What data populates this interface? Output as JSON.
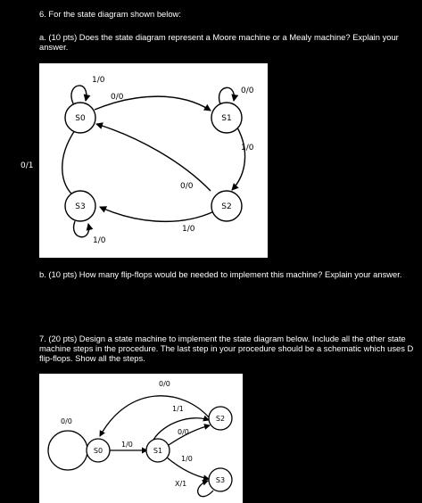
{
  "question6": {
    "title": "6. For the state diagram shown below:",
    "part_a": "a. (10 pts) Does the state diagram represent a Moore machine or a Mealy machine? Explain your answer.",
    "part_b": "b. (10 pts) How many flip-flops would be needed to implement this machine? Explain your answer.",
    "diagram": {
      "states": [
        "S0",
        "S1",
        "S2",
        "S3"
      ],
      "labels": {
        "s0_self": "1/0",
        "s0_to_s1": "0/0",
        "s1_self": "0/0",
        "s1_to_s2": "1/0",
        "s0_s3": "0/1",
        "s2_to_s0": "0/0",
        "s2_to_s3": "1/0",
        "s3_self": "1/0"
      }
    }
  },
  "question7": {
    "text": "7. (20 pts) Design a state machine to implement the state diagram below. Include all the other state machine steps in the procedure. The last step in your procedure should be a schematic which uses D flip-flops. Show all the steps.",
    "diagram": {
      "states": [
        "S0",
        "S1",
        "S2",
        "S3"
      ],
      "labels": {
        "s2_to_s0": "0/0",
        "s0_self": "0/0",
        "s0_to_s1": "1/0",
        "s1_to_s2_top": "1/1",
        "s1_to_s2": "0/0",
        "s1_to_s3": "1/0",
        "s3_self": "X/1"
      }
    }
  }
}
